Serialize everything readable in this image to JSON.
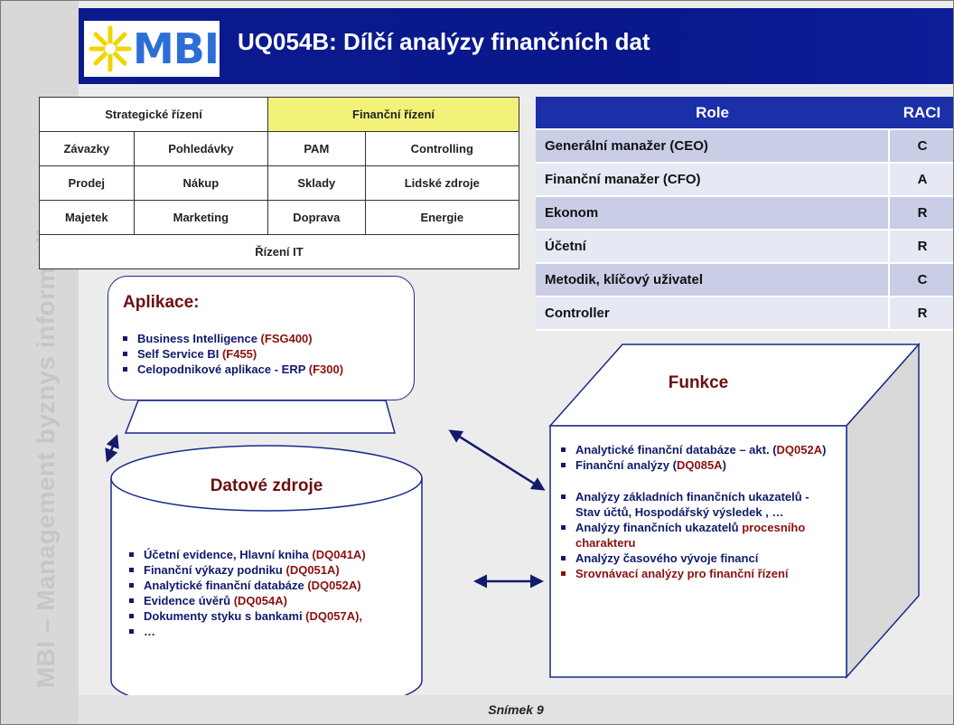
{
  "sidebar": {
    "vertical_text": "MBI – Management byznys informatiky"
  },
  "header": {
    "logo_text": "MBI",
    "title": "UQ054B: Dílčí analýzy finančních dat"
  },
  "areas": {
    "rows": [
      [
        "Strategické řízení",
        "Finanční řízení"
      ],
      [
        "Závazky",
        "Pohledávky",
        "PAM",
        "Controlling"
      ],
      [
        "Prodej",
        "Nákup",
        "Sklady",
        "Lidské zdroje"
      ],
      [
        "Majetek",
        "Marketing",
        "Doprava",
        "Energie"
      ],
      [
        "Řízení IT"
      ]
    ],
    "highlight_color": "#f2f27a"
  },
  "raci": {
    "headers": [
      "Role",
      "RACI"
    ],
    "rows": [
      {
        "role": "Generální manažer (CEO)",
        "raci": "C"
      },
      {
        "role": "Finanční manažer (CFO)",
        "raci": "A"
      },
      {
        "role": "Ekonom",
        "raci": "R"
      },
      {
        "role": "Účetní",
        "raci": "R"
      },
      {
        "role": "Metodik, klíčový uživatel",
        "raci": "C"
      },
      {
        "role": "Controller",
        "raci": "R"
      }
    ]
  },
  "applications": {
    "title": "Aplikace:",
    "items": [
      {
        "text": "Business Intelligence ",
        "code": "(FSG400)"
      },
      {
        "text": "Self Service BI ",
        "code": "(F455)"
      },
      {
        "text": "Celopodnikové aplikace - ERP ",
        "code": "(F300)"
      }
    ]
  },
  "functions": {
    "title": "Funkce",
    "items": [
      {
        "text": "Analytické finanční databáze – akt. (",
        "code": "DQ052A",
        "tail": ")"
      },
      {
        "text": "Finanční analýzy (",
        "code": "DQ085A",
        "tail": ")"
      },
      {
        "text": "Analýzy  základních finančních ukazatelů - Stav účtů, Hospodářský výsledek , …",
        "code": "",
        "tail": ""
      },
      {
        "text": "Analýzy finančních ukazatelů ",
        "code": "procesního charakteru",
        "tail": ""
      },
      {
        "text": "Analýzy  časového vývoje financí",
        "code": "",
        "tail": ""
      },
      {
        "text": "Srovnávací analýzy pro finanční řízení",
        "code": "",
        "tail": ""
      }
    ]
  },
  "data_sources": {
    "title": "Datové zdroje",
    "items": [
      {
        "text": "Účetní evidence, Hlavní kniha ",
        "code": "(DQ041A)"
      },
      {
        "text": "Finanční výkazy podniku ",
        "code": "(DQ051A)"
      },
      {
        "text": "Analytické finanční databáze ",
        "code": "(DQ052A)"
      },
      {
        "text": "Evidence úvěrů ",
        "code": "(DQ054A)"
      },
      {
        "text": "Dokumenty styku s bankami ",
        "code": "(DQ057A),"
      },
      {
        "text": "…",
        "code": ""
      }
    ]
  },
  "footer": {
    "slide": "Snímek  9"
  },
  "colors": {
    "header_blue": "#0a1b8f",
    "accent_red": "#8b1010",
    "text_navy": "#111a6b",
    "raci_header": "#1a2fa8"
  }
}
